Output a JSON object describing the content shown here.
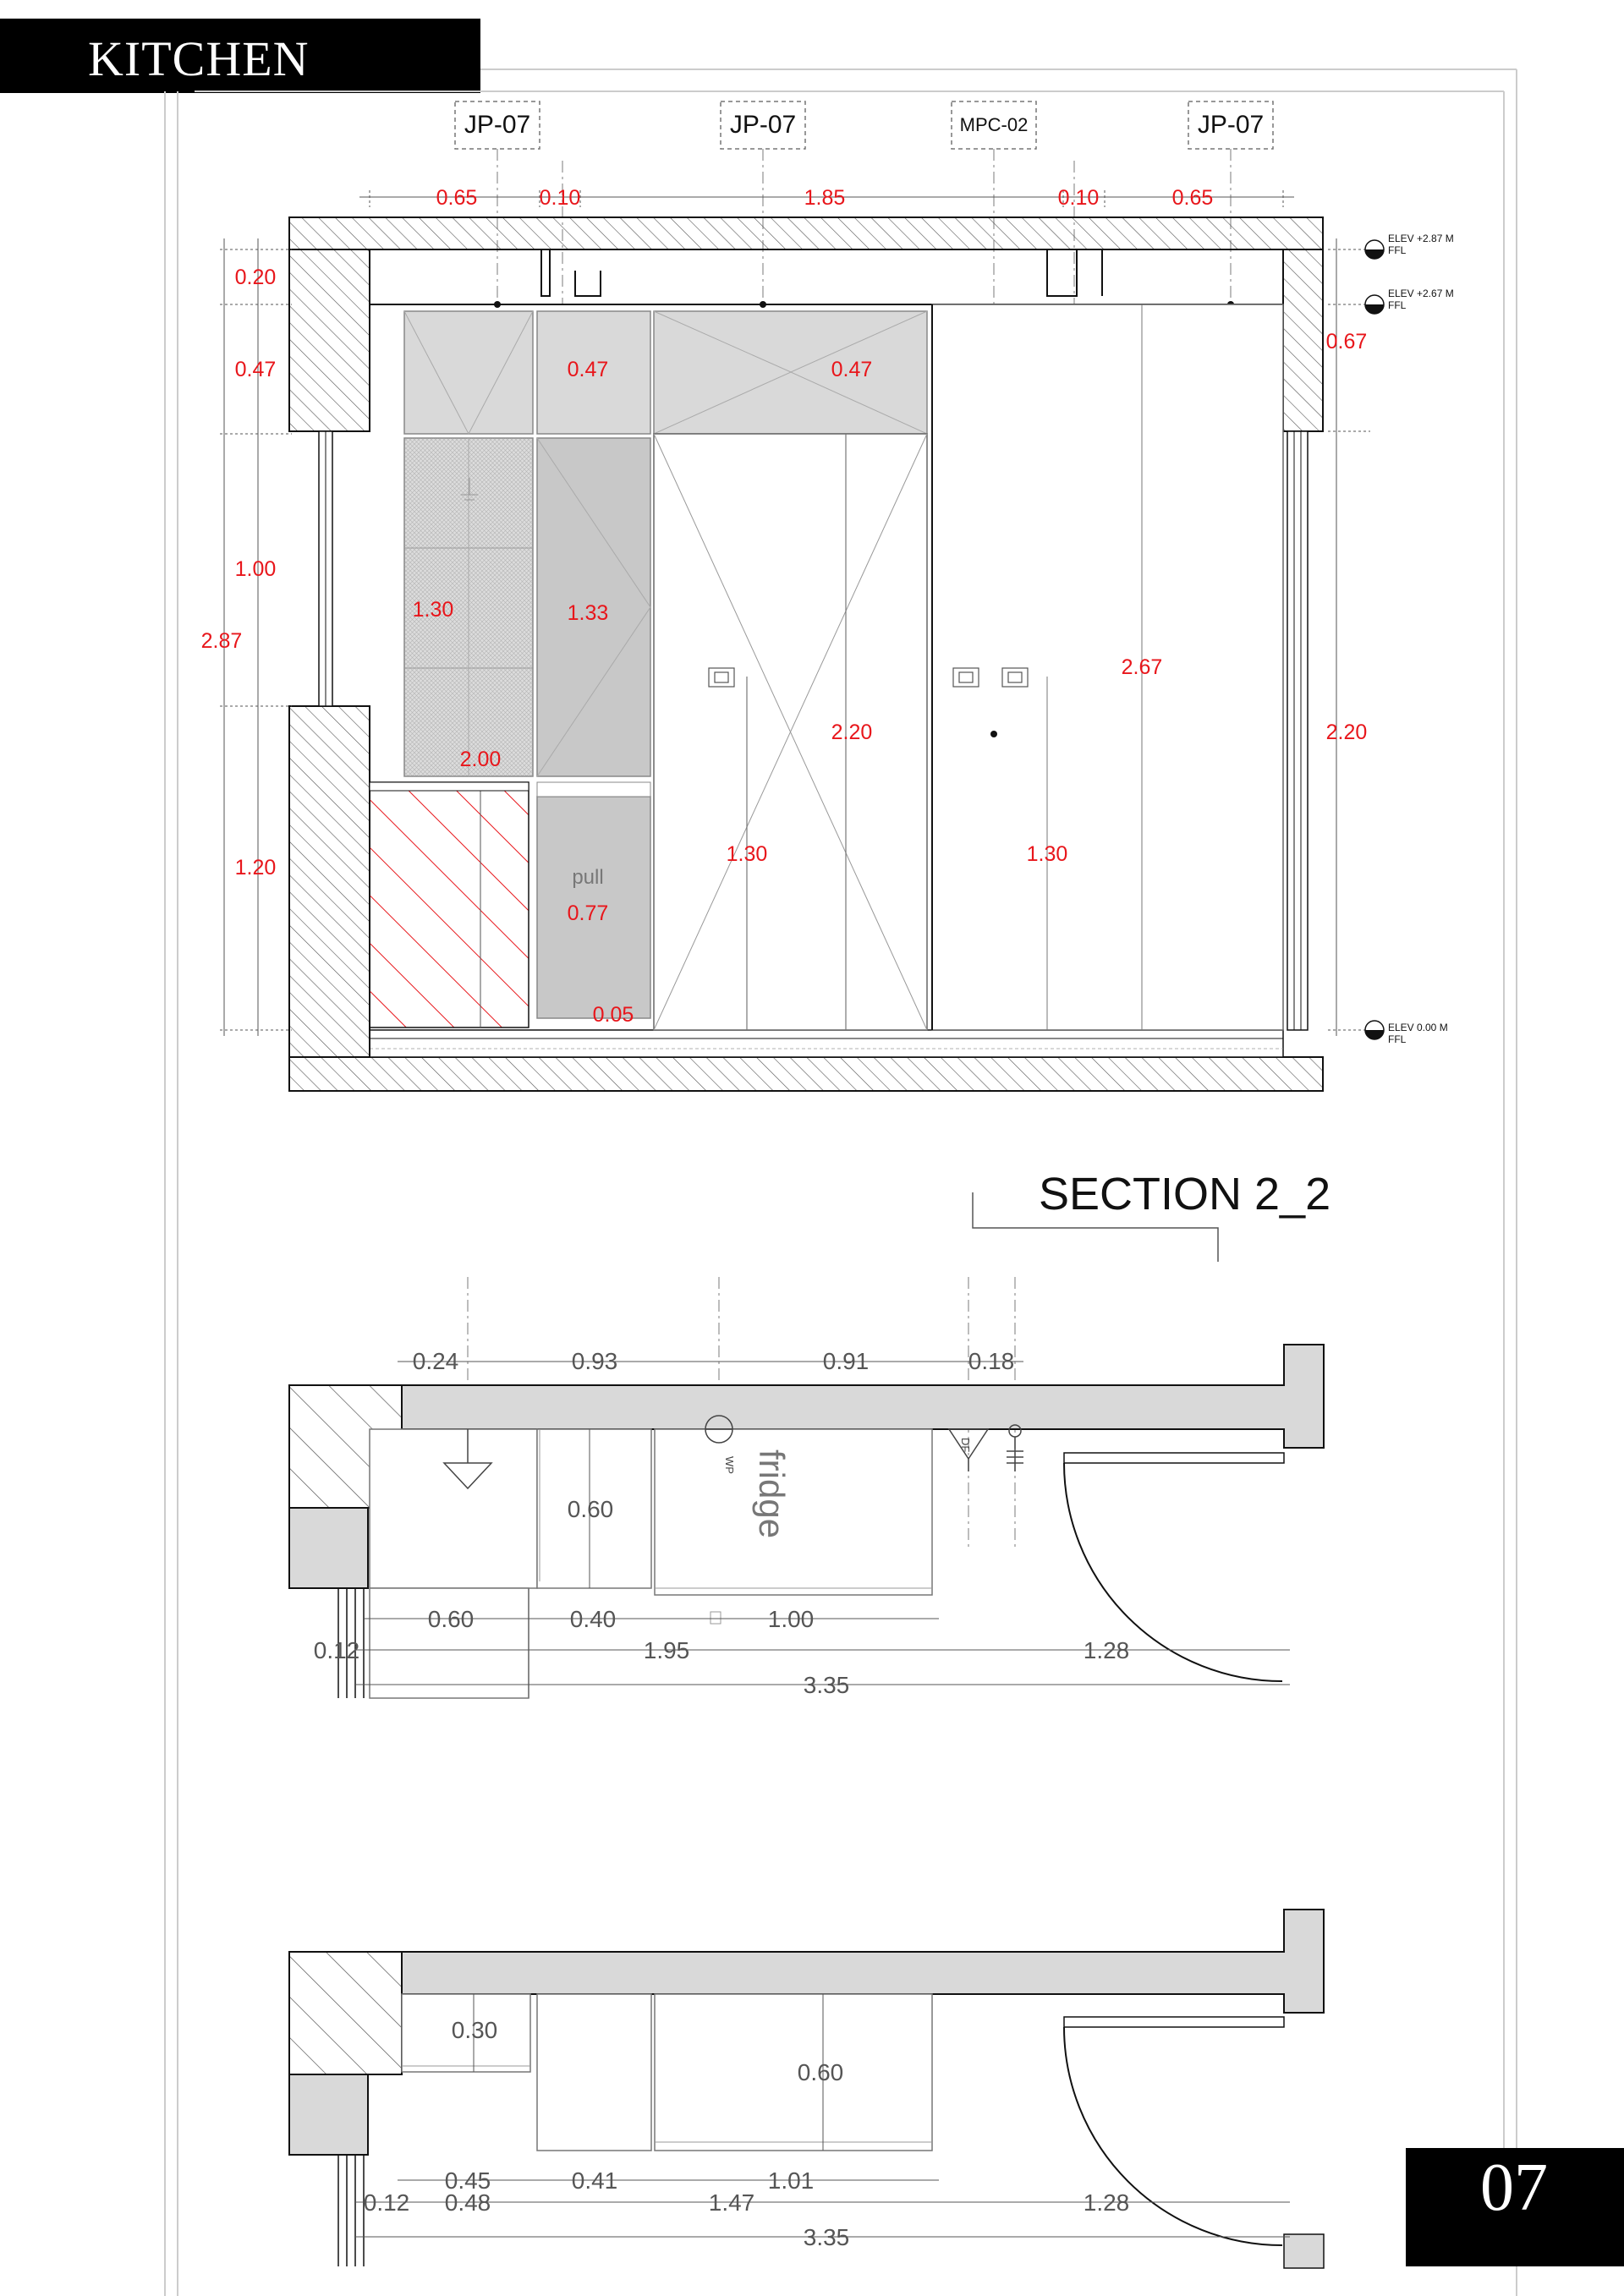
{
  "sheet": {
    "title": "KITCHEN",
    "page_number": "07"
  },
  "colors": {
    "dimension_red": "#e8161b",
    "ink": "#111111",
    "fill_gray": "#d9d9d9",
    "panel_gray": "#c8c8c8",
    "label_gray": "#555555"
  },
  "elevation": {
    "tags": [
      "JP-07",
      "JP-07",
      "MPC-02",
      "JP-07"
    ],
    "top_dims": [
      "0.65",
      "0.10",
      "1.85",
      "0.10",
      "0.65"
    ],
    "levels": [
      {
        "label": "ELEV",
        "value": "+2.87 M",
        "sub": "FFL"
      },
      {
        "label": "ELEV",
        "value": "+2.67 M",
        "sub": "FFL"
      },
      {
        "label": "ELEV",
        "value": "0.00 M",
        "sub": "FFL"
      }
    ],
    "left_dims": [
      "0.20",
      "0.47",
      "1.00",
      "1.20"
    ],
    "overall_height": "2.87",
    "red_dims": [
      "0.47",
      "0.47",
      "0.67",
      "1.30",
      "1.33",
      "2.20",
      "2.67",
      "2.00",
      "2.20",
      "1.30",
      "1.30",
      "0.77",
      "0.05"
    ],
    "pull_label": "pull"
  },
  "section_title": "SECTION 2_2",
  "plan_upper": {
    "top_dims": [
      "0.24",
      "0.93",
      "0.91",
      "0.18"
    ],
    "depth_dim": "0.60",
    "fridge_label": "fridge",
    "symbol_labels": [
      "WP",
      "DF"
    ],
    "bottom_row1": [
      "0.60",
      "0.40",
      "1.00"
    ],
    "bottom_row2": [
      "0.12",
      "1.95",
      "1.28"
    ],
    "overall": "3.35"
  },
  "plan_lower": {
    "dims": [
      "0.30",
      "0.60"
    ],
    "bottom_row1": [
      "0.45",
      "0.41",
      "1.01"
    ],
    "bottom_row2": [
      "0.12",
      "0.48",
      "1.47",
      "1.28"
    ],
    "overall": "3.35"
  }
}
